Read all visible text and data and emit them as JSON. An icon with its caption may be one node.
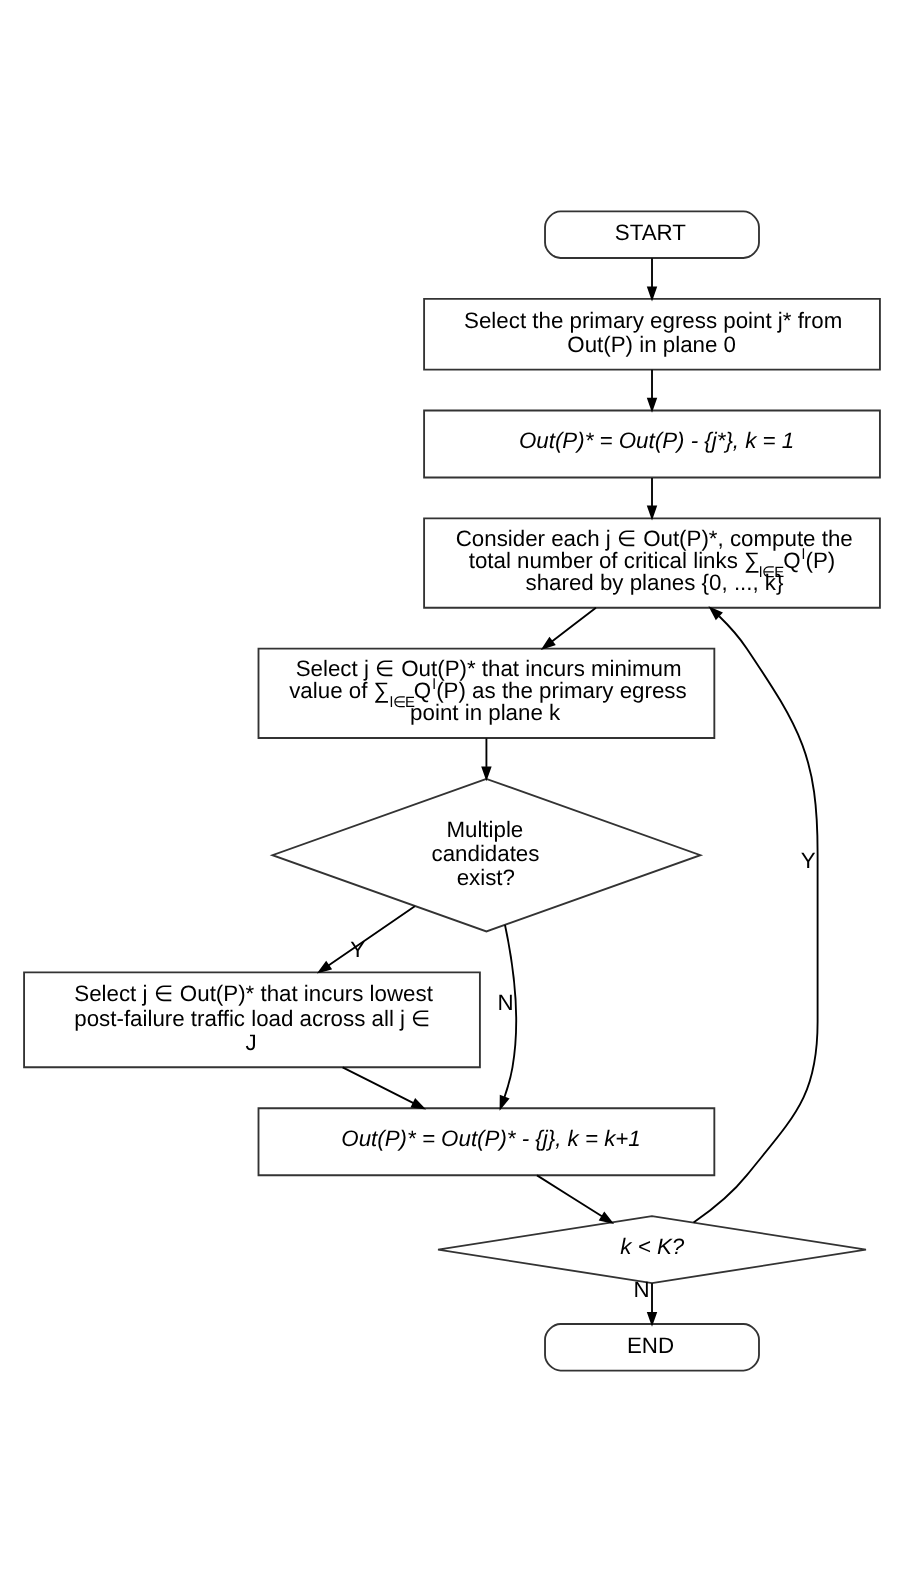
{
  "diagram": {
    "nodes": [
      {
        "text": [
          "START"
        ]
      },
      {
        "text": [
          "Select the primary egress point j* from Out(P) in plane 0"
        ]
      },
      {
        "text": [
          "Out(P)* = Out(P) - {j*}, k = 1"
        ]
      },
      {
        "text": [
          "Consider each j ∈ Out(P)*, compute the total number of critical links ∑$_{l∈E}$Q$^{l}$(P) shared by planes {0, ..., k}"
        ]
      },
      {
        "text": [
          "Select j ∈ Out(P)* that incurs minimum value of ∑$_{l∈E}$Q$^{l}$(P) as the primary egress point in plane k"
        ]
      },
      {
        "text": [
          "Multiple candidates exist?"
        ]
      },
      {
        "text": [
          "Select j ∈ Out(P)* that incurs lowest post-failure traffic load across all j ∈ J"
        ]
      },
      {
        "text": [
          "Out(P)* = Out(P)* - {j}, k = k+1"
        ]
      },
      {
        "text": [
          "k < K?"
        ]
      },
      {
        "text": [
          "END"
        ]
      }
    ],
    "edges": [
      {
        "from": 0,
        "to": 1,
        "arrow": "to"
      },
      {
        "from": 1,
        "to": 2,
        "arrow": "to"
      },
      {
        "from": 2,
        "to": 3,
        "arrow": "to"
      },
      {
        "from": 3,
        "to": 4,
        "arrow": "to"
      },
      {
        "from": 4,
        "to": 5,
        "arrow": "to"
      },
      {
        "from": 5,
        "to": 6,
        "arrow": "to",
        "label": "Y"
      },
      {
        "from": 5,
        "to": 7,
        "arrow": "to",
        "label": "N"
      },
      {
        "from": 6,
        "to": 7,
        "arrow": "to"
      },
      {
        "from": 7,
        "to": 8,
        "arrow": "to"
      },
      {
        "from": 8,
        "to": 3,
        "arrow": "to",
        "label": "Y"
      },
      {
        "from": 8,
        "to": 9,
        "arrow": "to",
        "label": "N"
      }
    ]
  }
}
